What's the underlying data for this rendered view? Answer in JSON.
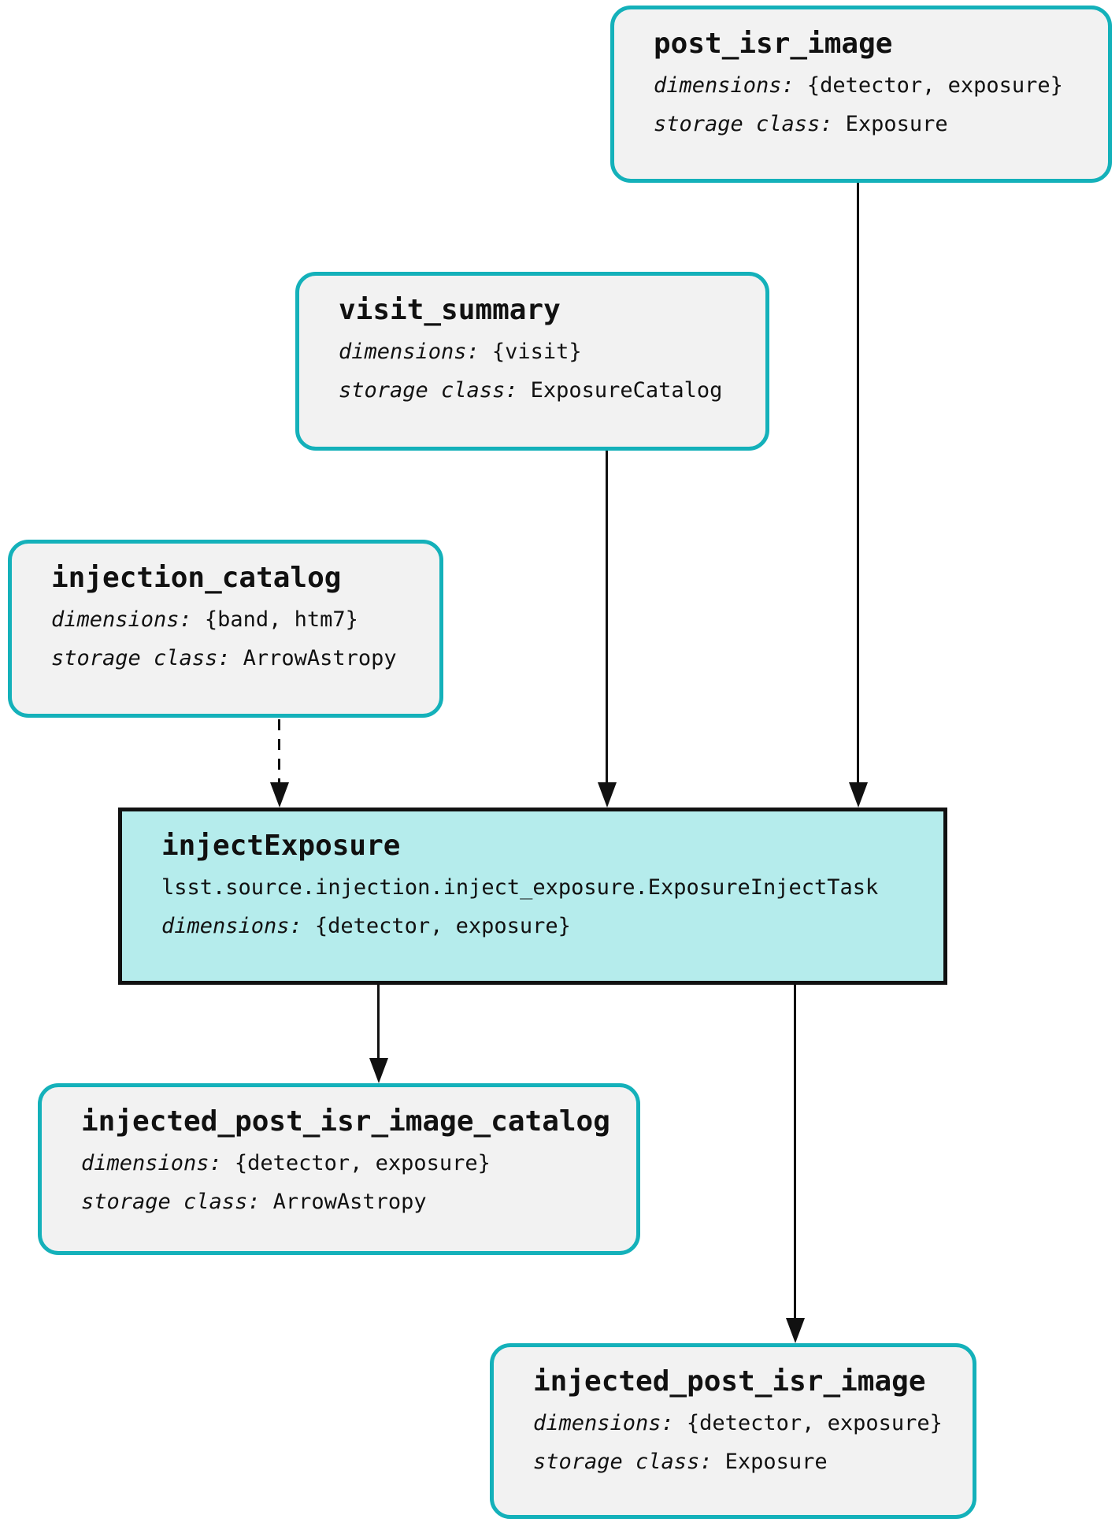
{
  "diagram": {
    "type": "pipeline-graph",
    "colors": {
      "background": "#ffffff",
      "dataset_border": "#14b1ba",
      "dataset_fill": "#f2f2f2",
      "task_fill": "#b5ecec",
      "task_border": "#111111",
      "edge": "#111111",
      "text": "#111111"
    },
    "nodes": {
      "post_isr_image": {
        "title": "post_isr_image",
        "dimensions_label": "dimensions:",
        "dimensions_value": "{detector, exposure}",
        "storage_label": "storage class:",
        "storage_value": "Exposure"
      },
      "visit_summary": {
        "title": "visit_summary",
        "dimensions_label": "dimensions:",
        "dimensions_value": "{visit}",
        "storage_label": "storage class:",
        "storage_value": "ExposureCatalog"
      },
      "injection_catalog": {
        "title": "injection_catalog",
        "dimensions_label": "dimensions:",
        "dimensions_value": "{band, htm7}",
        "storage_label": "storage class:",
        "storage_value": "ArrowAstropy"
      },
      "injectExposure": {
        "title": "injectExposure",
        "task_class": "lsst.source.injection.inject_exposure.ExposureInjectTask",
        "dimensions_label": "dimensions:",
        "dimensions_value": "{detector, exposure}"
      },
      "injected_post_isr_image_catalog": {
        "title": "injected_post_isr_image_catalog",
        "dimensions_label": "dimensions:",
        "dimensions_value": "{detector, exposure}",
        "storage_label": "storage class:",
        "storage_value": "ArrowAstropy"
      },
      "injected_post_isr_image": {
        "title": "injected_post_isr_image",
        "dimensions_label": "dimensions:",
        "dimensions_value": "{detector, exposure}",
        "storage_label": "storage class:",
        "storage_value": "Exposure"
      }
    },
    "edges": [
      {
        "from": "post_isr_image",
        "to": "injectExposure",
        "style": "solid"
      },
      {
        "from": "visit_summary",
        "to": "injectExposure",
        "style": "solid"
      },
      {
        "from": "injection_catalog",
        "to": "injectExposure",
        "style": "dashed"
      },
      {
        "from": "injectExposure",
        "to": "injected_post_isr_image_catalog",
        "style": "solid"
      },
      {
        "from": "injectExposure",
        "to": "injected_post_isr_image",
        "style": "solid"
      }
    ]
  }
}
